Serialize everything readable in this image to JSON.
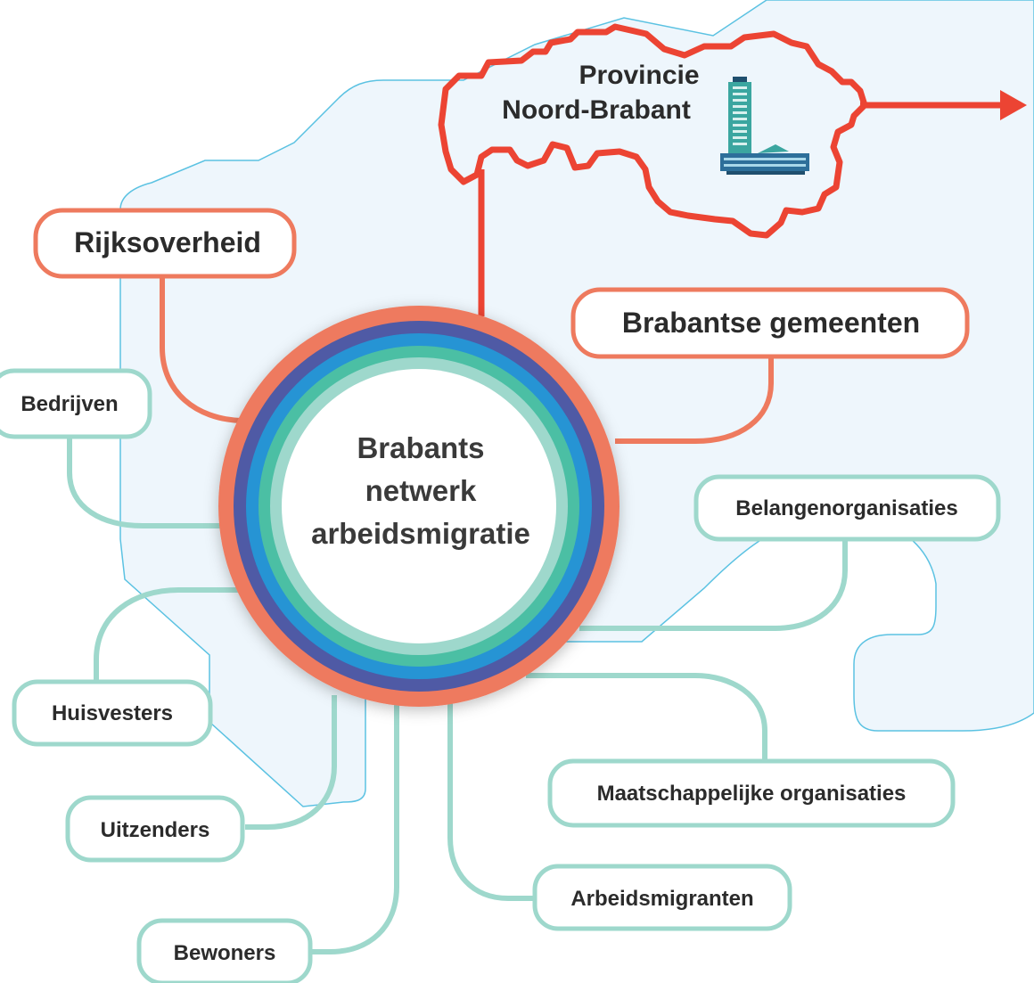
{
  "colors": {
    "background_region": "#eef6fc",
    "region_outline": "#5bc2e2",
    "province_outline": "#ec4433",
    "coral_connector": "#ee7a5e",
    "teal_connector": "#9ed8cc",
    "ring_outer": "#ee7a5e",
    "ring_2": "#4f5aa5",
    "ring_3": "#2594d4",
    "ring_4": "#4cbfa4",
    "ring_inner": "#9ed8cc",
    "text": "#2b2b2b"
  },
  "center": {
    "line1": "Brabants",
    "line2": "netwerk",
    "line3": "arbeidsmigratie"
  },
  "province": {
    "line1": "Provincie",
    "line2": "Noord-Brabant",
    "icon": "provincial-building-icon"
  },
  "nodes": {
    "rijksoverheid": "Rijksoverheid",
    "gemeenten": "Brabantse gemeenten",
    "bedrijven": "Bedrijven",
    "belangen": "Belangenorganisaties",
    "huisvesters": "Huisvesters",
    "maatschappelijk": "Maatschappelijke organisaties",
    "uitzenders": "Uitzenders",
    "arbeidsmigranten": "Arbeidsmigranten",
    "bewoners": "Bewoners"
  }
}
